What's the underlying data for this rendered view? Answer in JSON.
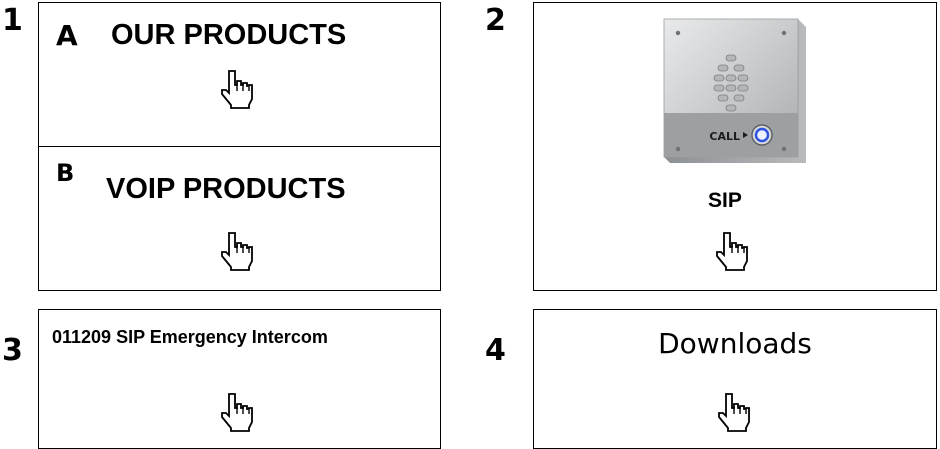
{
  "step1": {
    "number": "1",
    "part_a": {
      "letter": "A",
      "label": "OUR PRODUCTS"
    },
    "part_b": {
      "letter": "B",
      "label": "VOIP PRODUCTS"
    }
  },
  "step2": {
    "number": "2",
    "label": "SIP",
    "device_label": "CALL"
  },
  "step3": {
    "number": "3",
    "label": "011209 SIP Emergency Intercom"
  },
  "step4": {
    "number": "4",
    "label": "Downloads"
  },
  "icons": [
    "hand-pointer-icon"
  ]
}
